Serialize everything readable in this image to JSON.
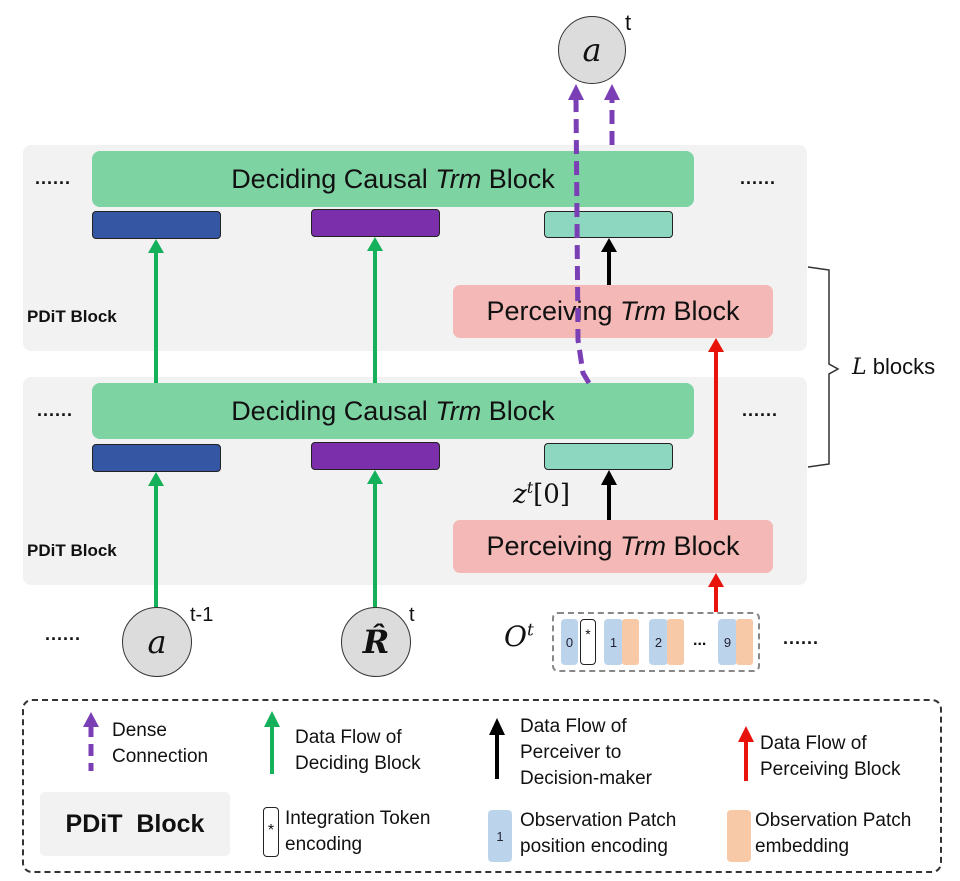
{
  "figure": {
    "output_node": {
      "symbol": "a",
      "superscript": "t"
    },
    "inputs": [
      {
        "symbol": "a",
        "superscript": "t-1"
      },
      {
        "symbol": "R̂",
        "superscript": "t"
      }
    ],
    "observation": {
      "symbol": "O",
      "superscript": "t",
      "tokens": [
        "0",
        "*",
        "1",
        "2",
        "...",
        "9"
      ]
    },
    "ellipsis": "......",
    "blocks": [
      {
        "panel_label": "PDiT Block",
        "deciding_prefix": "Deciding Causal ",
        "deciding_italic": "Trm",
        "deciding_suffix": " Block",
        "perceiving_prefix": "Perceiving ",
        "perceiving_italic": "Trm",
        "perceiving_suffix": " Block"
      },
      {
        "panel_label": "PDiT Block",
        "deciding_prefix": "Deciding Causal ",
        "deciding_italic": "Trm",
        "deciding_suffix": " Block",
        "perceiving_prefix": "Perceiving ",
        "perceiving_italic": "Trm",
        "perceiving_suffix": " Block"
      }
    ],
    "z_label": {
      "base": "z",
      "superscript": "t",
      "suffix": "[0]"
    },
    "brace_label": {
      "italic": "L",
      "text": " blocks"
    },
    "colors": {
      "dense": "#7b3fb5",
      "deciding_flow": "#14b05a",
      "perceiver_to_decision": "#000000",
      "perceiving_flow": "#e8140c",
      "deciding_block": "#7ed3a3",
      "perceiving_block": "#f4b8b6"
    }
  },
  "legend": {
    "dense": {
      "line1": "Dense",
      "line2": "Connection"
    },
    "deciding": {
      "line1": "Data Flow of",
      "line2": "Deciding Block"
    },
    "perceiver": {
      "line1": "Data Flow of",
      "line2": "Perceiver to",
      "line3": "Decision-maker"
    },
    "perceiving": {
      "line1": "Data Flow of",
      "line2": "Perceiving Block"
    },
    "pdit": "PDiT  Block",
    "integration": {
      "glyph": "*",
      "line1": "Integration Token",
      "line2": "encoding"
    },
    "position": {
      "glyph": "1",
      "line1": "Observation Patch",
      "line2": "position encoding"
    },
    "embedding": {
      "line1": "Observation Patch",
      "line2": "embedding"
    }
  }
}
